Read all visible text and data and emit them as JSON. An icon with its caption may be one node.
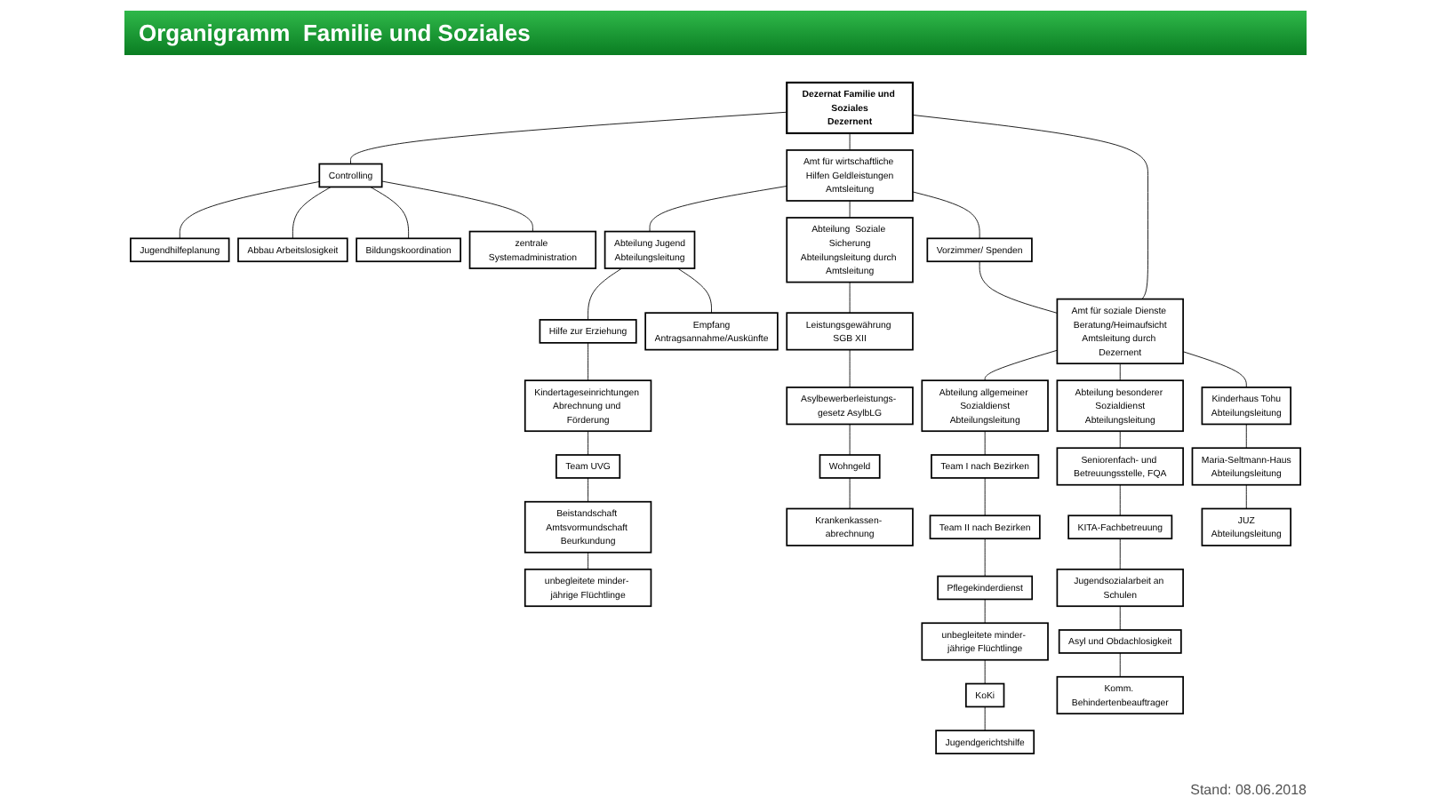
{
  "diagram": {
    "title": "Organigramm  Familie und Soziales",
    "nodes": [
      {
        "text": [
          "Dezernat Familie und Soziales",
          "Dezernent"
        ]
      },
      {
        "text": [
          "Controlling"
        ]
      },
      {
        "text": [
          "Jugendhilfeplanung"
        ]
      },
      {
        "text": [
          "Abbau Arbeitslosigkeit"
        ]
      },
      {
        "text": [
          "Bildungskoordination"
        ]
      },
      {
        "text": [
          "zentrale Systemadministration"
        ]
      },
      {
        "text": [
          "Amt für wirtschaftliche Hilfen Geldleistungen",
          "Amtsleitung"
        ]
      },
      {
        "text": [
          "Vorzimmer/ Spenden"
        ]
      },
      {
        "text": [
          "Amt für soziale Dienste Beratung/Heimaufsicht",
          "Amtsleitung durch Dezernent"
        ]
      },
      {
        "text": [
          "Abteilung Jugend",
          "Abteilungsleitung"
        ]
      },
      {
        "text": [
          "Abteilung  Soziale Sicherung",
          "Abteilungsleitung durch Amtsleitung"
        ]
      },
      {
        "text": [
          "Empfang",
          "Antragsannahme/Auskünfte"
        ]
      },
      {
        "text": [
          "Hilfe zur Erziehung"
        ]
      },
      {
        "text": [
          "Kindertageseinrichtungen Abrechnung und Förderung"
        ]
      },
      {
        "text": [
          "Team UVG"
        ]
      },
      {
        "text": [
          "Beistandschaft Amtsvormundschaft Beurkundung"
        ]
      },
      {
        "text": [
          "unbegleitete minder- jährige Flüchtlinge"
        ]
      },
      {
        "text": [
          "Leistungsgewährung SGB XII"
        ]
      },
      {
        "text": [
          "Asylbewerberleistungs- gesetz AsylbLG"
        ]
      },
      {
        "text": [
          "Wohngeld"
        ]
      },
      {
        "text": [
          "Krankenkassen- abrechnung"
        ]
      },
      {
        "text": [
          "Abteilung allgemeiner Sozialdienst",
          "Abteilungsleitung"
        ]
      },
      {
        "text": [
          "Team I nach Bezirken"
        ]
      },
      {
        "text": [
          "Team II nach Bezirken"
        ]
      },
      {
        "text": [
          "Pflegekinderdienst"
        ]
      },
      {
        "text": [
          "unbegleitete minder- jährige Flüchtlinge"
        ]
      },
      {
        "text": [
          "KoKi"
        ]
      },
      {
        "text": [
          "Jugendgerichtshilfe"
        ]
      },
      {
        "text": [
          "Abteilung besonderer Sozialdienst",
          "Abteilungsleitung"
        ]
      },
      {
        "text": [
          "Seniorenfach- und Betreuungsstelle, FQA"
        ]
      },
      {
        "text": [
          "KITA-Fachbetreuung"
        ]
      },
      {
        "text": [
          "Jugendsozialarbeit an Schulen"
        ]
      },
      {
        "text": [
          "Asyl und Obdachlosigkeit"
        ]
      },
      {
        "text": [
          "Komm. Behindertenbeauftrager"
        ]
      },
      {
        "text": [
          "Kinderhaus Tohu",
          "Abteilungsleitung"
        ]
      },
      {
        "text": [
          "Maria-Seltmann-Haus",
          "Abteilungsleitung"
        ]
      },
      {
        "text": [
          "JUZ",
          "Abteilungsleitung"
        ]
      }
    ],
    "edges": [
      {
        "from": 0,
        "to": 1,
        "arrow": "none"
      },
      {
        "from": 1,
        "to": 2,
        "arrow": "none"
      },
      {
        "from": 1,
        "to": 3,
        "arrow": "none"
      },
      {
        "from": 1,
        "to": 4,
        "arrow": "none"
      },
      {
        "from": 1,
        "to": 5,
        "arrow": "none"
      },
      {
        "from": 0,
        "to": 6,
        "arrow": "none"
      },
      {
        "from": 0,
        "to": 8,
        "arrow": "none"
      },
      {
        "from": 6,
        "to": 7,
        "arrow": "none"
      },
      {
        "from": 7,
        "to": 8,
        "arrow": "none"
      },
      {
        "from": 6,
        "to": 9,
        "arrow": "none"
      },
      {
        "from": 6,
        "to": 10,
        "arrow": "none"
      },
      {
        "from": 9,
        "to": 11,
        "arrow": "none"
      },
      {
        "from": 9,
        "to": 12,
        "arrow": "none"
      },
      {
        "from": 12,
        "to": 13,
        "arrow": "none"
      },
      {
        "from": 13,
        "to": 14,
        "arrow": "none"
      },
      {
        "from": 14,
        "to": 15,
        "arrow": "none"
      },
      {
        "from": 15,
        "to": 16,
        "arrow": "none"
      },
      {
        "from": 10,
        "to": 17,
        "arrow": "none"
      },
      {
        "from": 17,
        "to": 18,
        "arrow": "none"
      },
      {
        "from": 18,
        "to": 19,
        "arrow": "none"
      },
      {
        "from": 19,
        "to": 20,
        "arrow": "none"
      },
      {
        "from": 8,
        "to": 21,
        "arrow": "none"
      },
      {
        "from": 8,
        "to": 28,
        "arrow": "none"
      },
      {
        "from": 8,
        "to": 34,
        "arrow": "none"
      },
      {
        "from": 21,
        "to": 22,
        "arrow": "none"
      },
      {
        "from": 22,
        "to": 23,
        "arrow": "none"
      },
      {
        "from": 23,
        "to": 24,
        "arrow": "none"
      },
      {
        "from": 24,
        "to": 25,
        "arrow": "none"
      },
      {
        "from": 25,
        "to": 26,
        "arrow": "none"
      },
      {
        "from": 26,
        "to": 27,
        "arrow": "none"
      },
      {
        "from": 28,
        "to": 29,
        "arrow": "none"
      },
      {
        "from": 29,
        "to": 30,
        "arrow": "none"
      },
      {
        "from": 30,
        "to": 31,
        "arrow": "none"
      },
      {
        "from": 31,
        "to": 32,
        "arrow": "none"
      },
      {
        "from": 32,
        "to": 33,
        "arrow": "none"
      },
      {
        "from": 34,
        "to": 35,
        "arrow": "none"
      },
      {
        "from": 35,
        "to": 36,
        "arrow": "none"
      }
    ],
    "labels": [
      "Stand: 08.06.2018"
    ]
  }
}
